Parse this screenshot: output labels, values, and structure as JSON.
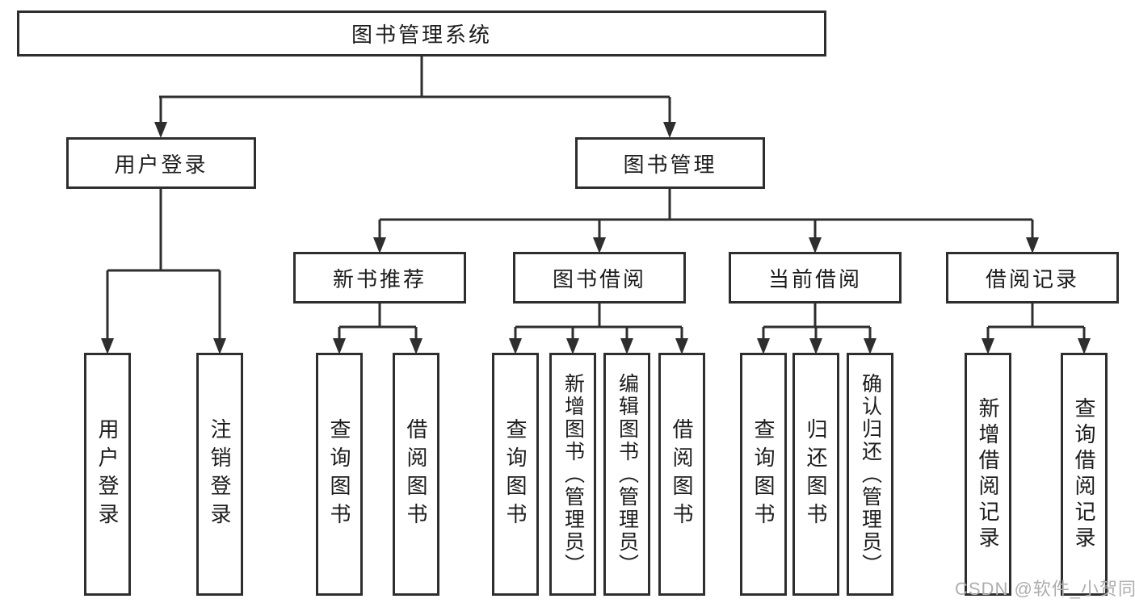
{
  "nodes": {
    "root": "图书管理系统",
    "level2": [
      "用户登录",
      "图书管理"
    ],
    "level3": [
      "新书推荐",
      "图书借阅",
      "当前借阅",
      "借阅记录"
    ]
  },
  "leaves": {
    "login": [
      "用户登录",
      "注销登录"
    ],
    "recommend": [
      "查询图书",
      "借阅图书"
    ],
    "borrow": [
      "查询图书",
      "新增图书（管理员）",
      "编辑图书（管理员）",
      "借阅图书"
    ],
    "current": [
      "查询图书",
      "归还图书",
      "确认归还（管理员）"
    ],
    "records": [
      "新增借阅记录",
      "查询借阅记录"
    ]
  },
  "watermark": {
    "text": "CSDN @软件_小贺同学"
  },
  "colors": {
    "line": "#2e2e2e",
    "text": "#1c1c1c",
    "watermark": "#aeaeb2",
    "background": "#ffffff"
  }
}
